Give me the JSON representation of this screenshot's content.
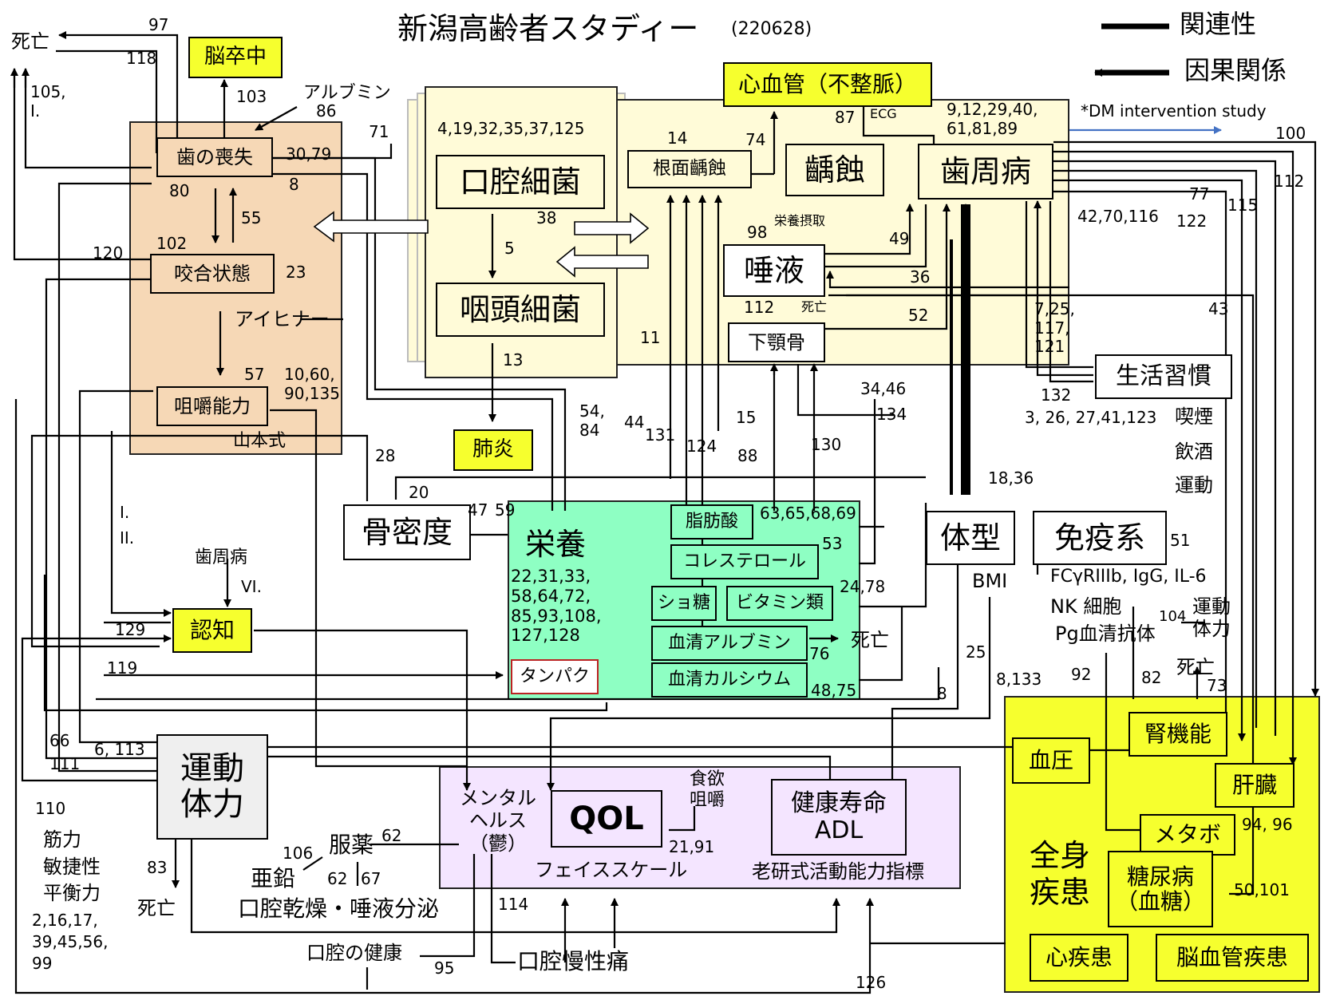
{
  "title": {
    "main": "新潟高齢者スタディー",
    "code": "(220628)"
  },
  "legend": {
    "association": "関連性",
    "causation": "因果関係"
  },
  "dm_note": "*DM intervention study",
  "oral_regions": {
    "yamamoto": "山本式",
    "eichner": "アイヒナー"
  },
  "nodes": {
    "stroke": "脳卒中",
    "pneumonia": "肺炎",
    "tooth_loss": "歯の喪失",
    "occlusion": "咬合状態",
    "chewing": "咀嚼能力",
    "oral_bacteria": "口腔細菌",
    "pharyngeal_bacteria": "咽頭細菌",
    "cardiovascular": "心血管（不整脈）",
    "root_caries": "根面齲蝕",
    "caries": "齲蝕",
    "periodontal": "歯周病",
    "saliva": "唾液",
    "mandible": "下顎骨",
    "lifestyle": "生活習慣",
    "bone_density": "骨密度",
    "nutrition": "栄養",
    "protein": "タンパク",
    "fatty_acid": "脂肪酸",
    "cholesterol": "コレステロール",
    "sucrose": "ショ糖",
    "vitamins": "ビタミン類",
    "serum_albumin": "血清アルブミン",
    "serum_calcium": "血清カルシウム",
    "body_type": "体型",
    "immune": "免疫系",
    "cognition": "認知",
    "exercise": "運動\n体力",
    "qol": "QOL",
    "healthy_life": "健康寿命\nADL",
    "blood_pressure": "血圧",
    "kidney": "腎機能",
    "liver": "肝臓",
    "metabolic": "メタボ",
    "diabetes": "糖尿病\n（血糖）",
    "heart": "心疾患",
    "cerebrovascular": "脳血管疾患"
  },
  "labels": {
    "death_top": "死亡",
    "albumin_top": "アルブミン",
    "nutrition_intake": "栄養摂取",
    "saliva_death": "死亡",
    "ecg": "ECG",
    "smoking": "喫煙",
    "drinking": "飲酒",
    "exercise_ls": "運動",
    "bmi": "BMI",
    "immune_detail": "FCγRIIIb, IgG, IL-6",
    "nk": "NK 細胞",
    "pg": "Pg血清抗体",
    "exercise_strength": "運動\n体力",
    "death_immune": "死亡",
    "perio_cog": "歯周病",
    "death_albumin": "死亡",
    "mental": "メンタル\nヘルス\n（鬱）",
    "appetite": "食欲\n咀嚼",
    "face_scale": "フェイススケール",
    "tmig": "老研式活動能力指標",
    "medication": "服薬",
    "zinc": "亜鉛",
    "dry_mouth": "口腔乾燥・唾液分泌",
    "oral_health": "口腔の健康",
    "oral_pain": "口腔慢性痛",
    "muscle": "筋力\n敏捷性\n平衡力",
    "death_exercise": "死亡",
    "systemic": "全身\n疾患"
  },
  "refs": {
    "r97": "97",
    "r118": "118",
    "r103": "103",
    "r86": "86",
    "r105": "105,\nI.",
    "r71": "71",
    "r30_79": "30,79",
    "r8a": "8",
    "r80": "80",
    "r55": "55",
    "r102": "102",
    "r120": "120",
    "r23": "23",
    "r57": "57",
    "r10_60": "10,60,\n90,135",
    "r4_19": "4,19,32,35,37,125",
    "r38": "38",
    "r5": "5",
    "r13": "13",
    "r11": "11",
    "r14": "14",
    "r74": "74",
    "r87": "87",
    "r9_12": "9,12,29,40,\n61,81,89",
    "r100": "100",
    "r98": "98",
    "r49": "49",
    "r36": "36",
    "r112_saliva": "112",
    "r52": "52",
    "r77": "77",
    "r112b": "112",
    "r115": "115",
    "r42_70": "42,70,116",
    "r122": "122",
    "r7_25": "7,25,\n117,\n121",
    "r43": "43",
    "r34_46": "34,46",
    "r134": "134",
    "r132": "132",
    "r3_26": "3, 26, 27,41,123",
    "r54_84": "54,\n84",
    "r44": "44",
    "r131": "131",
    "r124": "124",
    "r15": "15",
    "r88": "88",
    "r130": "130",
    "r28": "28",
    "r20": "20",
    "r47": "47",
    "r59": "59",
    "r18_36": "18,36",
    "r63_65": "63,65,68,69",
    "r53": "53",
    "r24_78": "24,78",
    "r76": "76",
    "r48_75": "48,75",
    "r22": "22,31,33,\n58,64,72,\n85,93,108,\n127,128",
    "r51": "51",
    "r104": "104",
    "r25": "25",
    "r8b": "8",
    "r8_133": "8,133",
    "r92": "92",
    "r82": "82",
    "r73": "73",
    "r1_2": "I.\nII.",
    "r6": "VI.",
    "r129": "129",
    "r119": "119",
    "r66": "66\n111",
    "r6_113": "6, 113",
    "r110": "110",
    "r83": "83",
    "r106": "106",
    "r62a": "62",
    "r62b": "62",
    "r67": "67",
    "r21_91": "21,91",
    "r114": "114",
    "r95": "95",
    "r126": "126",
    "r94_96": "94, 96",
    "r50_101": "50,101",
    "r2_16": "2,16,17,\n39,45,56,\n99"
  }
}
